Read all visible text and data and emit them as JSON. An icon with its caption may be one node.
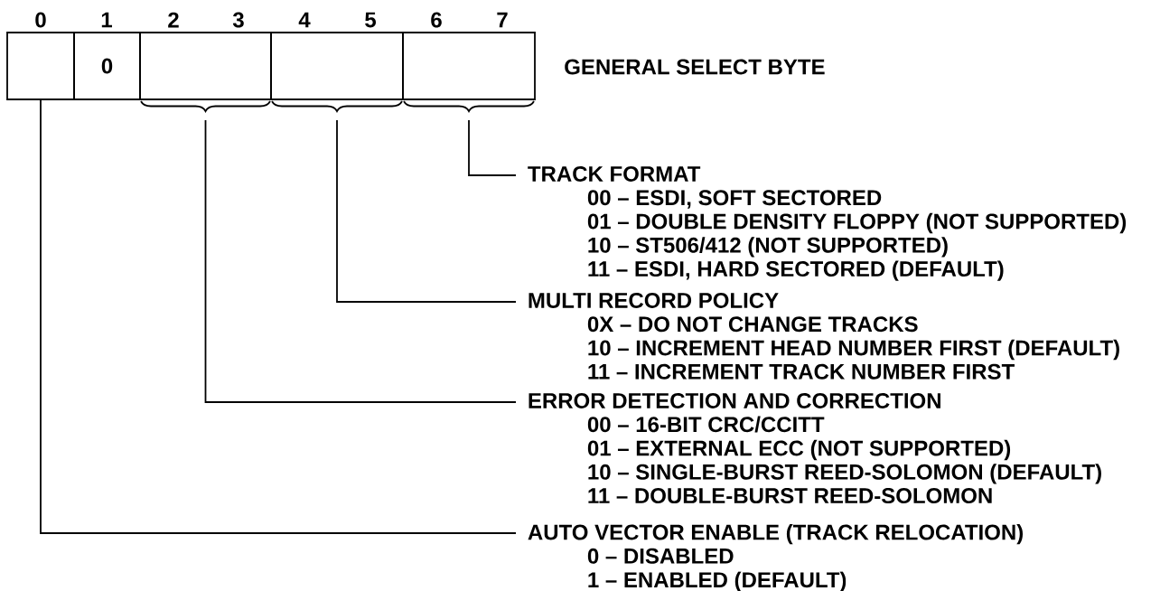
{
  "diagram": {
    "nodes": [
      {
        "text": [],
        "shape": "box"
      },
      {
        "text": [
          "0"
        ]
      },
      {
        "text": [],
        "shape": "box"
      },
      {
        "text": [],
        "shape": "box"
      },
      {
        "text": [],
        "shape": "box"
      },
      {
        "text": [
          "TRACK FORMAT",
          "00 – ESDI, SOFT SECTORED",
          "01 – DOUBLE DENSITY FLOPPY (NOT SUPPORTED)",
          "10 – ST506/412 (NOT SUPPORTED)",
          "11 – ESDI, HARD SECTORED (DEFAULT)"
        ]
      },
      {
        "text": [
          "MULTI RECORD POLICY",
          "0X – DO NOT CHANGE TRACKS",
          "10 – INCREMENT HEAD NUMBER FIRST (DEFAULT)",
          "11 – INCREMENT TRACK NUMBER FIRST"
        ]
      },
      {
        "text": [
          "ERROR DETECTION AND CORRECTION",
          "00 – 16-BIT CRC/CCITT",
          "01 – EXTERNAL ECC (NOT SUPPORTED)",
          "10 – SINGLE-BURST REED-SOLOMON (DEFAULT)",
          "11 – DOUBLE-BURST REED-SOLOMON"
        ]
      },
      {
        "text": [
          "AUTO VECTOR ENABLE (TRACK RELOCATION)",
          "0 – DISABLED",
          "1 – ENABLED (DEFAULT)"
        ]
      }
    ],
    "edges": [
      {
        "from": 4,
        "to": 5,
        "arrow": "none"
      },
      {
        "from": 3,
        "to": 6,
        "arrow": "none"
      },
      {
        "from": 2,
        "to": 7,
        "arrow": "none"
      },
      {
        "from": 0,
        "to": 8,
        "arrow": "none"
      }
    ],
    "labels": [
      "0",
      "1",
      "2",
      "3",
      "4",
      "5",
      "6",
      "7",
      "GENERAL SELECT BYTE"
    ]
  }
}
